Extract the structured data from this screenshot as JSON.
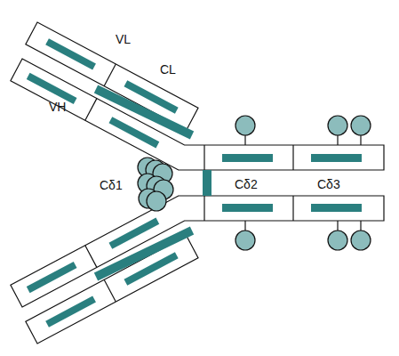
{
  "diagram": {
    "labels": [
      "VL",
      "CL",
      "VH",
      "Cδ1",
      "Cδ2",
      "Cδ3"
    ]
  }
}
